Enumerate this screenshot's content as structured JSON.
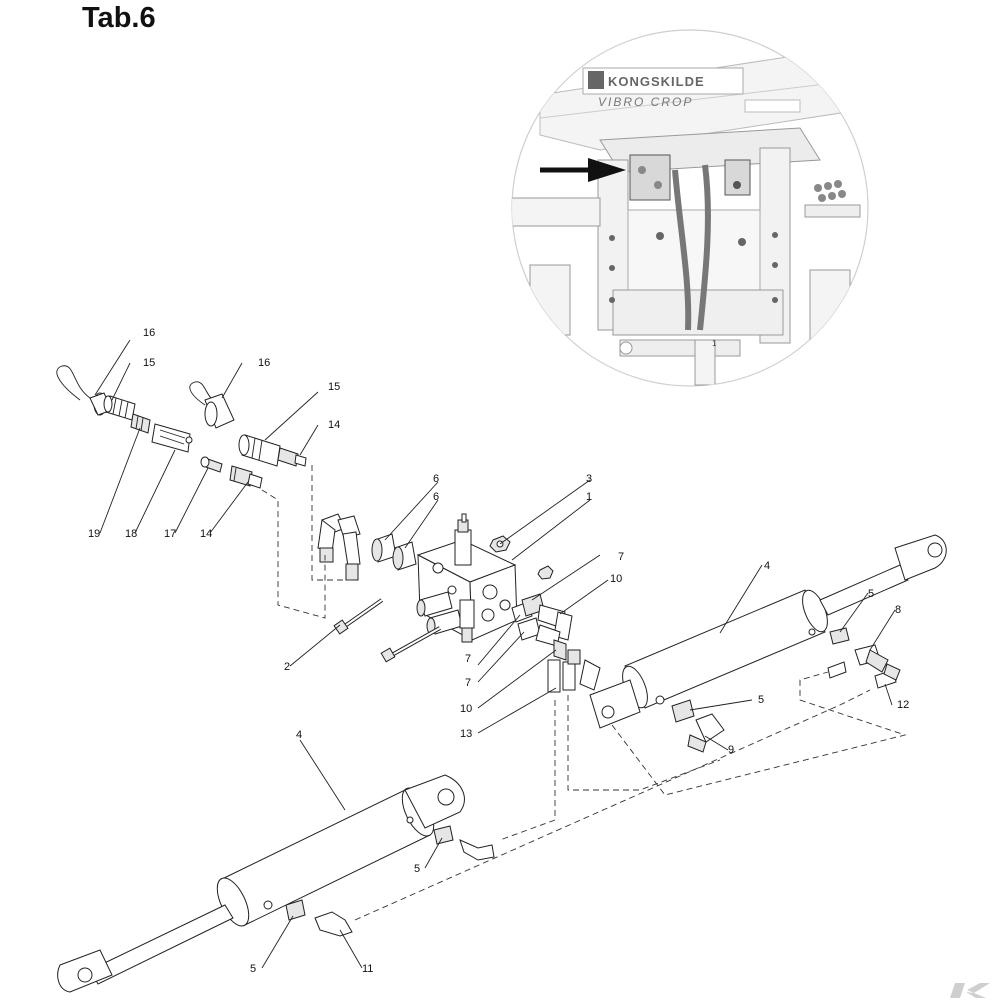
{
  "page": {
    "title": "Tab.6"
  },
  "inset": {
    "brand_text": "KONGSKILDE",
    "model_text": "VIBRO CROP",
    "marker_label": "1"
  },
  "callouts": [
    {
      "id": "c16a",
      "text": "16"
    },
    {
      "id": "c15a",
      "text": "15"
    },
    {
      "id": "c16b",
      "text": "16"
    },
    {
      "id": "c15b",
      "text": "15"
    },
    {
      "id": "c14a",
      "text": "14"
    },
    {
      "id": "c19",
      "text": "19"
    },
    {
      "id": "c18",
      "text": "18"
    },
    {
      "id": "c17",
      "text": "17"
    },
    {
      "id": "c14b",
      "text": "14"
    },
    {
      "id": "c6a",
      "text": "6"
    },
    {
      "id": "c6b",
      "text": "6"
    },
    {
      "id": "c3",
      "text": "3"
    },
    {
      "id": "c1",
      "text": "1"
    },
    {
      "id": "c7a",
      "text": "7"
    },
    {
      "id": "c10a",
      "text": "10"
    },
    {
      "id": "c7b",
      "text": "7"
    },
    {
      "id": "c7c",
      "text": "7"
    },
    {
      "id": "c10b",
      "text": "10"
    },
    {
      "id": "c13",
      "text": "13"
    },
    {
      "id": "c2",
      "text": "2"
    },
    {
      "id": "c4a",
      "text": "4"
    },
    {
      "id": "c5a",
      "text": "5"
    },
    {
      "id": "c8",
      "text": "8"
    },
    {
      "id": "c12",
      "text": "12"
    },
    {
      "id": "c5b",
      "text": "5"
    },
    {
      "id": "c9",
      "text": "9"
    },
    {
      "id": "c4b",
      "text": "4"
    },
    {
      "id": "c5c",
      "text": "5"
    },
    {
      "id": "c5d",
      "text": "5"
    },
    {
      "id": "c11",
      "text": "11"
    }
  ],
  "icons": {
    "corner_logo": "kongskilde-k-logo-icon",
    "pointer": "arrow-right-icon"
  }
}
